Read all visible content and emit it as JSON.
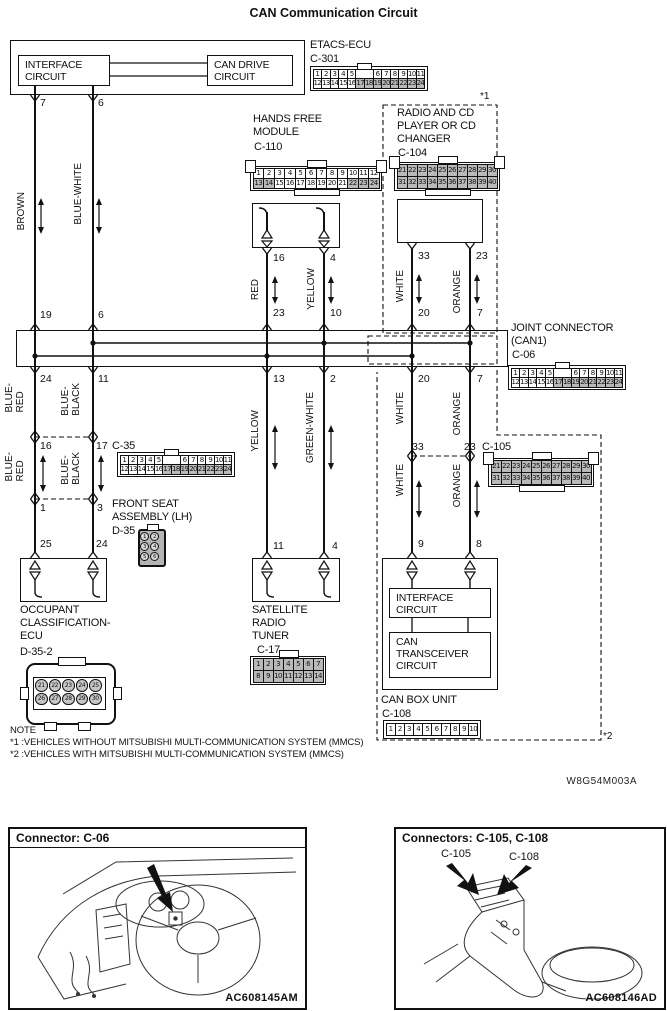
{
  "title": "CAN Communication Circuit",
  "doc_code": "W8G54M003A",
  "colors": {
    "ink": "#111111",
    "shade": "#b9b9b9"
  },
  "etacs": {
    "name": "ETACS-ECU",
    "code": "C-301",
    "box1": [
      "INTERFACE",
      "CIRCUIT"
    ],
    "box2": [
      "CAN DRIVE",
      "CIRCUIT"
    ]
  },
  "hfm": {
    "name": [
      "HANDS FREE",
      "MODULE"
    ],
    "code": "C-110"
  },
  "radio": {
    "name": [
      "RADIO AND CD",
      "PLAYER OR CD",
      "CHANGER"
    ],
    "code": "C-104",
    "ref": "*1"
  },
  "joint": {
    "name": [
      "JOINT CONNECTOR",
      "(CAN1)"
    ],
    "code": "C-06"
  },
  "c35": {
    "code": "C-35"
  },
  "front_seat": {
    "name": [
      "FRONT SEAT",
      "ASSEMBLY (LH)"
    ],
    "code": "D-35"
  },
  "occupant": {
    "name": [
      "OCCUPANT",
      "CLASSIFICATION-",
      "ECU"
    ],
    "code": "D-35-2"
  },
  "satellite": {
    "name": [
      "SATELLITE",
      "RADIO",
      "TUNER"
    ],
    "code": "C-17"
  },
  "c105": {
    "code": "C-105"
  },
  "can_box": {
    "name": "CAN BOX UNIT",
    "code": "C-108",
    "box1": [
      "INTERFACE",
      "CIRCUIT"
    ],
    "box2": [
      "CAN",
      "TRANSCEIVER",
      "CIRCUIT"
    ],
    "ref": "*2"
  },
  "pins": {
    "e1": "7",
    "e2": "6",
    "j19": "19",
    "j6": "6",
    "h16": "16",
    "h4": "4",
    "j23": "23",
    "j10": "10",
    "r33": "33",
    "r23": "23",
    "j20": "20",
    "j7": "7",
    "b24": "24",
    "b11": "11",
    "b13": "13",
    "b2": "2",
    "b20": "20",
    "b7": "7",
    "c35a": "16",
    "c35b": "17",
    "d35a": "1",
    "d35b": "3",
    "o25": "25",
    "o24": "24",
    "s11": "11",
    "s4": "4",
    "c105a": "33",
    "c105b": "23",
    "cb9": "9",
    "cb8": "8"
  },
  "wire_labels": {
    "brown": "BROWN",
    "blue_white": "BLUE-WHITE",
    "red": "RED",
    "yellow_top": "YELLOW",
    "white_top": "WHITE",
    "orange_top": "ORANGE",
    "blue_red": [
      "BLUE-",
      "RED"
    ],
    "blue_black": [
      "BLUE-",
      "BLACK"
    ],
    "yellow_mid": "YELLOW",
    "green_white": "GREEN-WHITE",
    "white_mid": "WHITE",
    "orange_mid": "ORANGE",
    "white_low": "WHITE",
    "orange_low": "ORANGE"
  },
  "note": {
    "heading": "NOTE",
    "line1": "*1 :VEHICLES WITHOUT MITSUBISHI MULTI-COMMUNICATION SYSTEM (MMCS)",
    "line2": "*2 :VEHICLES WITH MITSUBISHI MULTI-COMMUNICATION SYSTEM (MMCS)"
  },
  "panels": {
    "left": {
      "title": "Connector: C-06",
      "code": "AC608145AM"
    },
    "right": {
      "title": "Connectors: C-105, C-108",
      "label1": "C-105",
      "label2": "C-108",
      "code": "AC608146AD"
    }
  },
  "grids": {
    "c301": {
      "rows": [
        [
          "1",
          "2",
          "3",
          "4",
          "5",
          "KEY",
          "6",
          "7",
          "8",
          "9",
          "10",
          "11"
        ],
        [
          "12",
          "13",
          "14",
          "15",
          "16",
          "17",
          "18",
          "19",
          "20",
          "21",
          "22",
          "23",
          "24"
        ]
      ],
      "shaded": [
        "17",
        "18",
        "19",
        "20",
        "21",
        "22",
        "23",
        "24"
      ]
    },
    "c110": {
      "rows": [
        [
          "1",
          "2",
          "3",
          "4",
          "5",
          "6",
          "7",
          "8",
          "9",
          "10",
          "11",
          "12"
        ],
        [
          "13",
          "14",
          "15",
          "16",
          "17",
          "18",
          "19",
          "20",
          "21",
          "22",
          "23",
          "24"
        ]
      ],
      "shaded": [
        "13",
        "14",
        "22",
        "23",
        "24"
      ]
    },
    "c104": {
      "rows": [
        [
          "21",
          "22",
          "23",
          "24",
          "25",
          "26",
          "27",
          "28",
          "29",
          "30"
        ],
        [
          "31",
          "32",
          "33",
          "34",
          "35",
          "36",
          "37",
          "38",
          "39",
          "40"
        ]
      ],
      "shaded": "all"
    },
    "c06": {
      "rows": [
        [
          "1",
          "2",
          "3",
          "4",
          "5",
          "KEY",
          "6",
          "7",
          "8",
          "9",
          "10",
          "11"
        ],
        [
          "12",
          "13",
          "14",
          "15",
          "16",
          "17",
          "18",
          "19",
          "20",
          "21",
          "22",
          "23",
          "24"
        ]
      ],
      "shaded": [
        "17",
        "18",
        "19",
        "20",
        "21",
        "22",
        "23",
        "24"
      ]
    },
    "c35": {
      "rows": [
        [
          "1",
          "2",
          "3",
          "4",
          "5",
          "KEY",
          "6",
          "7",
          "8",
          "9",
          "10",
          "11"
        ],
        [
          "12",
          "13",
          "14",
          "15",
          "16",
          "17",
          "18",
          "19",
          "20",
          "21",
          "22",
          "23",
          "24"
        ]
      ],
      "shaded": [
        "17",
        "18",
        "19",
        "20",
        "21",
        "22",
        "23",
        "24"
      ]
    },
    "c105": {
      "rows": [
        [
          "21",
          "22",
          "23",
          "24",
          "25",
          "26",
          "27",
          "28",
          "29",
          "30"
        ],
        [
          "31",
          "32",
          "33",
          "34",
          "35",
          "36",
          "37",
          "38",
          "39",
          "40"
        ]
      ],
      "shaded": "all"
    },
    "c17": {
      "rows": [
        [
          "1",
          "2",
          "3",
          "4",
          "5",
          "6",
          "7"
        ],
        [
          "8",
          "9",
          "10",
          "11",
          "12",
          "13",
          "14"
        ]
      ],
      "shaded": "all"
    },
    "c108": {
      "rows": [
        [
          "1",
          "2",
          "3",
          "4",
          "5",
          "6",
          "7",
          "8",
          "9",
          "10"
        ]
      ],
      "shaded": []
    },
    "d35": {
      "rows": [
        [
          "1",
          "2"
        ],
        [
          "3",
          "4"
        ],
        [
          "5",
          "6"
        ]
      ],
      "shaded": []
    },
    "d352": {
      "rows": [
        [
          "21",
          "22",
          "23",
          "24",
          "25"
        ],
        [
          "26",
          "27",
          "28",
          "29",
          "30"
        ]
      ],
      "shaded": []
    }
  }
}
